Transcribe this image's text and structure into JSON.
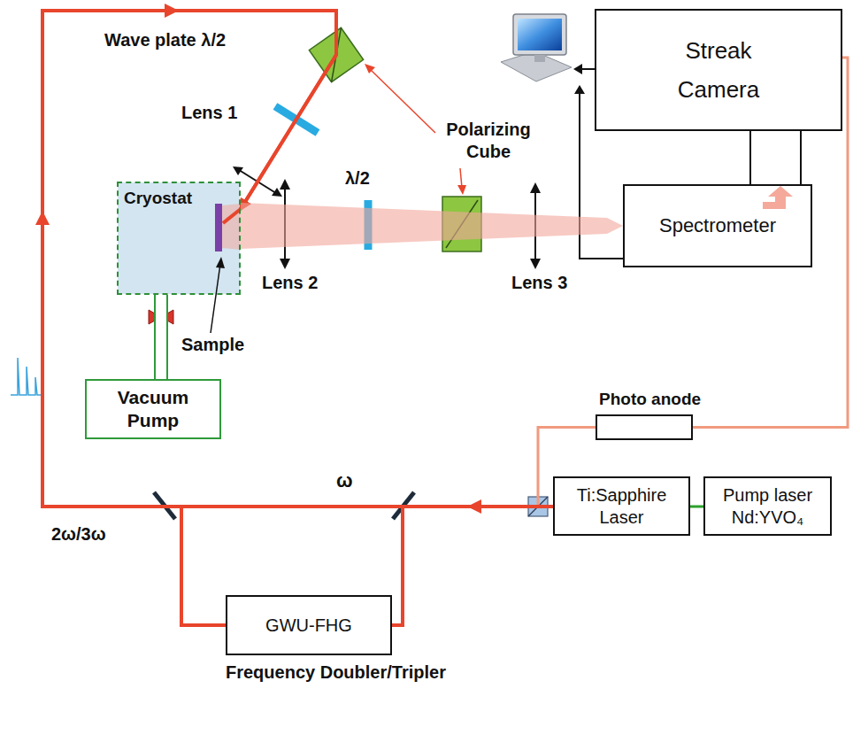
{
  "diagram": {
    "nodes": [
      {
        "text": [
          "Streak Camera"
        ]
      },
      {
        "text": [
          "Cryostat"
        ]
      },
      {
        "text": [
          "Spectrometer"
        ]
      },
      {
        "text": [
          "Vacuum Pump"
        ]
      },
      {
        "text": [
          "Photo anode"
        ]
      },
      {
        "text": [
          "Ti:Sapphire Laser"
        ]
      },
      {
        "text": [
          "Pump laser Nd:YVO₄"
        ]
      },
      {
        "text": [
          "GWU-FHG",
          "Frequency Doubler/Tripler"
        ]
      }
    ],
    "edges": [
      {
        "from": 6,
        "to": 5,
        "arrow": "none"
      },
      {
        "from": 5,
        "to": 1,
        "arrow": "to"
      },
      {
        "from": 5,
        "to": 4,
        "arrow": "none"
      },
      {
        "from": 4,
        "to": 0,
        "arrow": "none"
      },
      {
        "from": 2,
        "to": 0,
        "arrow": "none"
      },
      {
        "from": 2,
        "to": 0,
        "arrow": "none"
      },
      {
        "from": 3,
        "to": 1,
        "arrow": "none"
      },
      {
        "from": 5,
        "to": 7,
        "arrow": "none"
      },
      {
        "from": 7,
        "to": 1,
        "arrow": "to"
      },
      {
        "from": 1,
        "to": 2,
        "arrow": "to"
      }
    ],
    "labels": [
      "Wave plate λ/2",
      "Lens 1",
      "Polarizing Cube",
      "λ/2",
      "Lens 2",
      "Lens 3",
      "Sample",
      "ω",
      "2ω/3ω"
    ]
  }
}
